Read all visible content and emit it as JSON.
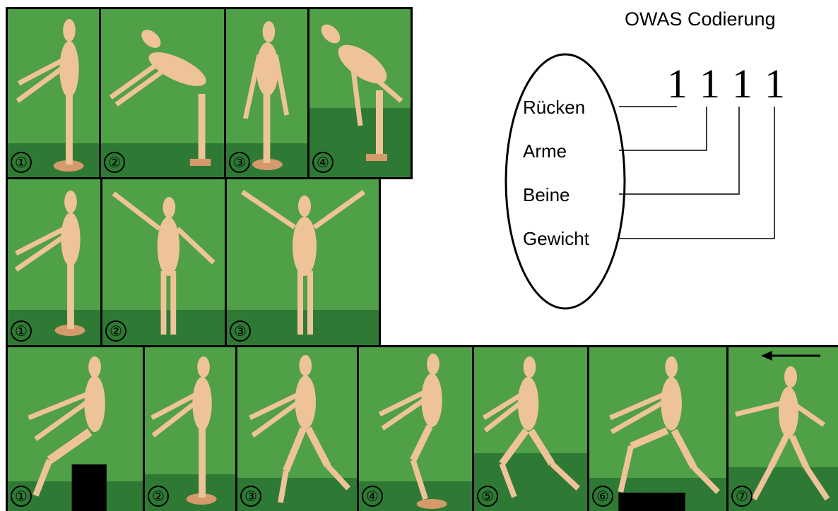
{
  "coding": {
    "title": "OWAS Codierung",
    "digits": [
      "1",
      "1",
      "1",
      "1"
    ],
    "labels": [
      "Rücken",
      "Arme",
      "Beine",
      "Gewicht"
    ]
  },
  "rows": {
    "back": [
      "①",
      "②",
      "③",
      "④"
    ],
    "arms": [
      "①",
      "②",
      "③"
    ],
    "legs": [
      "①",
      "②",
      "③",
      "④",
      "⑤",
      "⑥",
      "⑦"
    ]
  },
  "colors": {
    "panel_green": "#4fa046",
    "floor_green": "#2e7a34",
    "figure": "#efc39a",
    "figure_shade": "#d49a6c"
  },
  "icons": {
    "direction": "arrow-left-icon"
  }
}
